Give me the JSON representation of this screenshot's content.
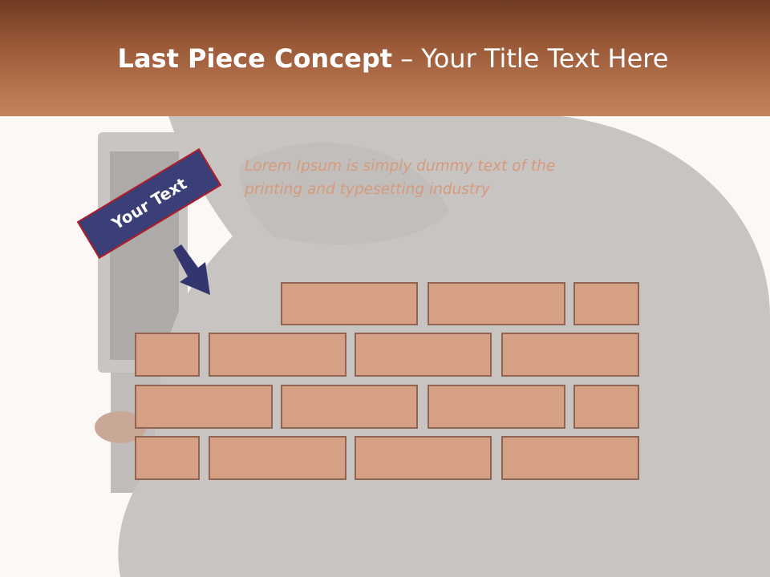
{
  "title": {
    "bold": "Last Piece Concept",
    "rest": " – Your Title Text Here"
  },
  "label": "Your Text",
  "body_text": "Lorem Ipsum is simply dummy text of the printing and typesetting industry",
  "colors": {
    "header_top": "#6f3b22",
    "header_bottom": "#c6835e",
    "brick_fill": "#d5a084",
    "brick_border": "#8f6452",
    "label_fill": "#3b3f78",
    "label_border": "#b21d25",
    "arrow": "#32356e",
    "lorem_text": "#d69a7c"
  },
  "icons": {
    "arrow": "arrow-down-right-icon"
  }
}
